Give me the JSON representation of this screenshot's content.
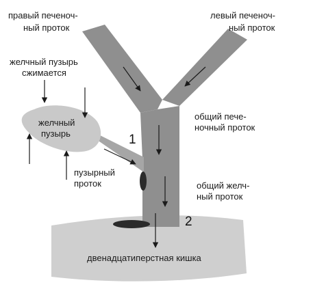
{
  "labels": {
    "right_hepatic_duct": [
      "правый печеноч-",
      "ный проток"
    ],
    "left_hepatic_duct": [
      "левый печеноч-",
      "ный проток"
    ],
    "gallbladder_contracts": [
      "желчный пузырь",
      "сжимается"
    ],
    "gallbladder": [
      "желчный",
      "пузырь"
    ],
    "common_hepatic_duct": [
      "общий пече-",
      "ночный проток"
    ],
    "cystic_duct": [
      "пузырный",
      "проток"
    ],
    "common_bile_duct": [
      "общий желч-",
      "ный проток"
    ],
    "duodenum": "двенадцатиперстная кишка",
    "marker_1": "1",
    "marker_2": "2"
  },
  "colors": {
    "duct": "#8f8f8f",
    "gallbladder": "#c9c9c9",
    "duodenum": "#cfcfcf",
    "sphincter": "#2b2b2b",
    "arrow": "#1a1a1a"
  }
}
